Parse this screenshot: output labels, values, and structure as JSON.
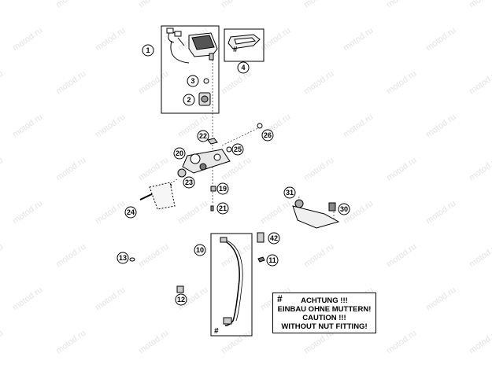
{
  "watermark": "motod.ru",
  "callouts": [
    {
      "id": "c1",
      "text": "1"
    },
    {
      "id": "c2",
      "text": "2"
    },
    {
      "id": "c3",
      "text": "3"
    },
    {
      "id": "c4",
      "text": "4"
    },
    {
      "id": "c10",
      "text": "10"
    },
    {
      "id": "c11",
      "text": "11"
    },
    {
      "id": "c12",
      "text": "12"
    },
    {
      "id": "c13",
      "text": "13"
    },
    {
      "id": "c19",
      "text": "19"
    },
    {
      "id": "c20",
      "text": "20"
    },
    {
      "id": "c21",
      "text": "21"
    },
    {
      "id": "c22",
      "text": "22"
    },
    {
      "id": "c23",
      "text": "23"
    },
    {
      "id": "c24",
      "text": "24"
    },
    {
      "id": "c25",
      "text": "25"
    },
    {
      "id": "c26",
      "text": "26"
    },
    {
      "id": "c30",
      "text": "30"
    },
    {
      "id": "c31",
      "text": "31"
    },
    {
      "id": "c42",
      "text": "42"
    }
  ],
  "hash_marks": [
    "#",
    "#"
  ],
  "note": {
    "hash": "#",
    "line1": "ACHTUNG !!!",
    "line2": "EINBAU OHNE MUTTERN!",
    "line3": "CAUTION !!!",
    "line4": "WITHOUT NUT FITTING!"
  }
}
